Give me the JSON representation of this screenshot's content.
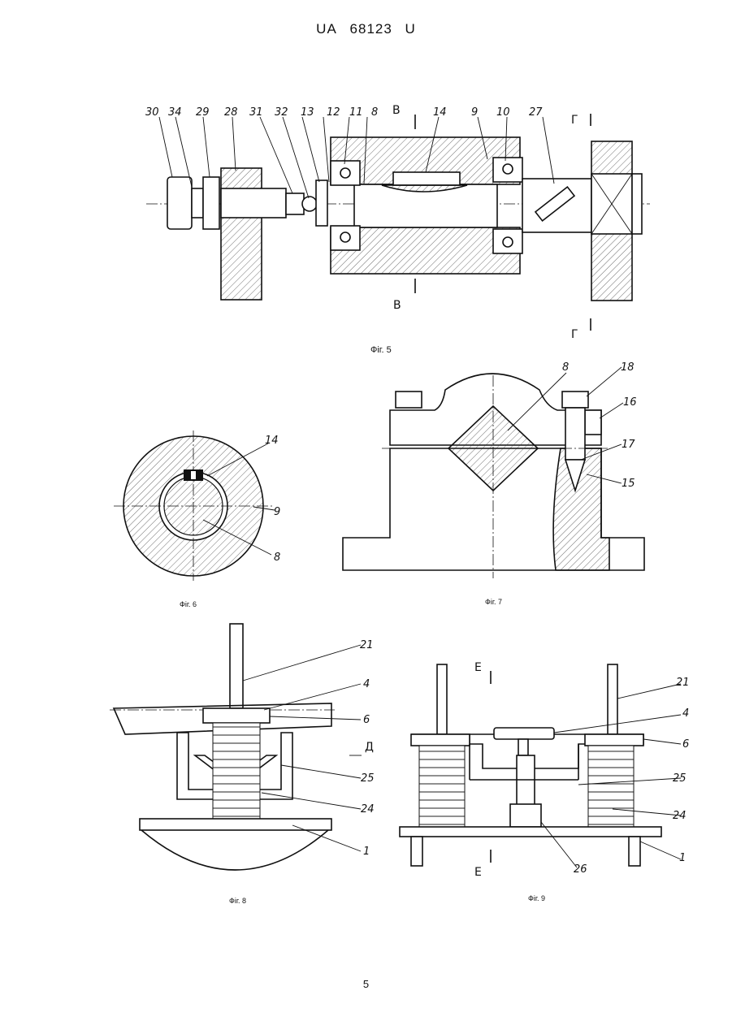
{
  "header": {
    "country": "UA",
    "number": "68123",
    "kind": "U"
  },
  "page_number": "5",
  "figures": {
    "fig5": {
      "caption": "Фіг. 5",
      "labels": [
        "30",
        "34",
        "29",
        "28",
        "31",
        "32",
        "13",
        "12",
        "11",
        "8",
        "14",
        "9",
        "10",
        "27"
      ],
      "section_top_left": "В",
      "section_bottom_left": "В",
      "section_top_right": "Г",
      "section_bottom_right": "Г"
    },
    "fig6": {
      "caption": "Фіг. 6",
      "labels": [
        "14",
        "9",
        "8"
      ]
    },
    "fig7": {
      "caption": "Фіг. 7",
      "labels": [
        "8",
        "18",
        "16",
        "17",
        "15"
      ]
    },
    "fig8": {
      "caption": "Фіг. 8",
      "labels": [
        "21",
        "4",
        "6",
        "25",
        "24",
        "1"
      ],
      "section_arrow": "Д"
    },
    "fig9": {
      "caption": "Фіг. 9",
      "labels": [
        "21",
        "4",
        "6",
        "25",
        "24",
        "1",
        "26"
      ],
      "section_top": "Е",
      "section_bottom": "Е"
    }
  }
}
